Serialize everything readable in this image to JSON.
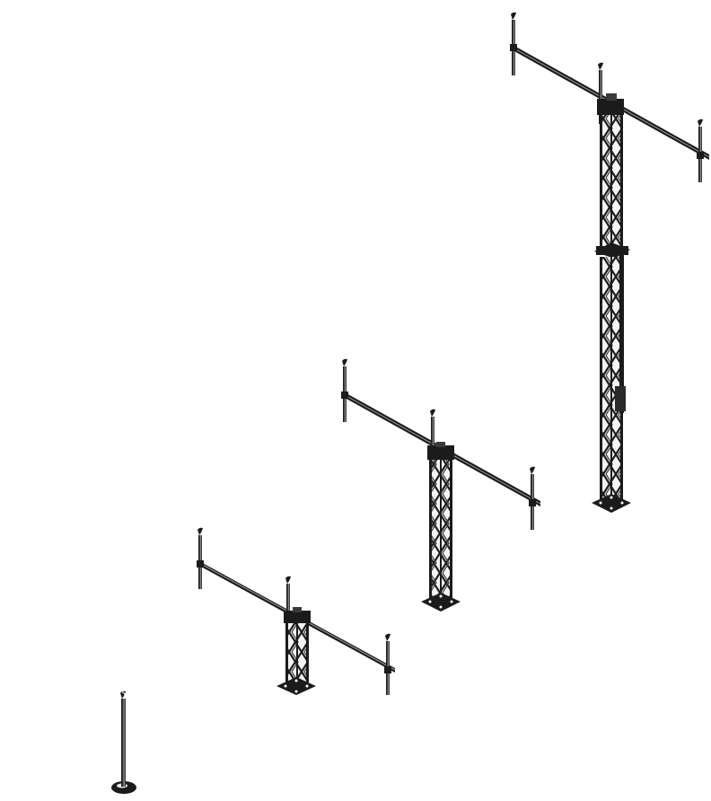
{
  "colors": {
    "background": "#ffffff",
    "metal_dark": "#1b1b1b",
    "metal_mid": "#3a3a3a",
    "metal_highlight": "#8a8a8a",
    "lattice_light": "#f4f4f4"
  },
  "items": [
    {
      "id": "single-pole",
      "type": "standalone-pole"
    },
    {
      "id": "short-tower",
      "type": "truss-tower-with-crossbar",
      "truss_sections": 1
    },
    {
      "id": "medium-tower",
      "type": "truss-tower-with-crossbar",
      "truss_sections": 1
    },
    {
      "id": "tall-tower",
      "type": "truss-tower-with-crossbar",
      "truss_sections": 2
    }
  ]
}
